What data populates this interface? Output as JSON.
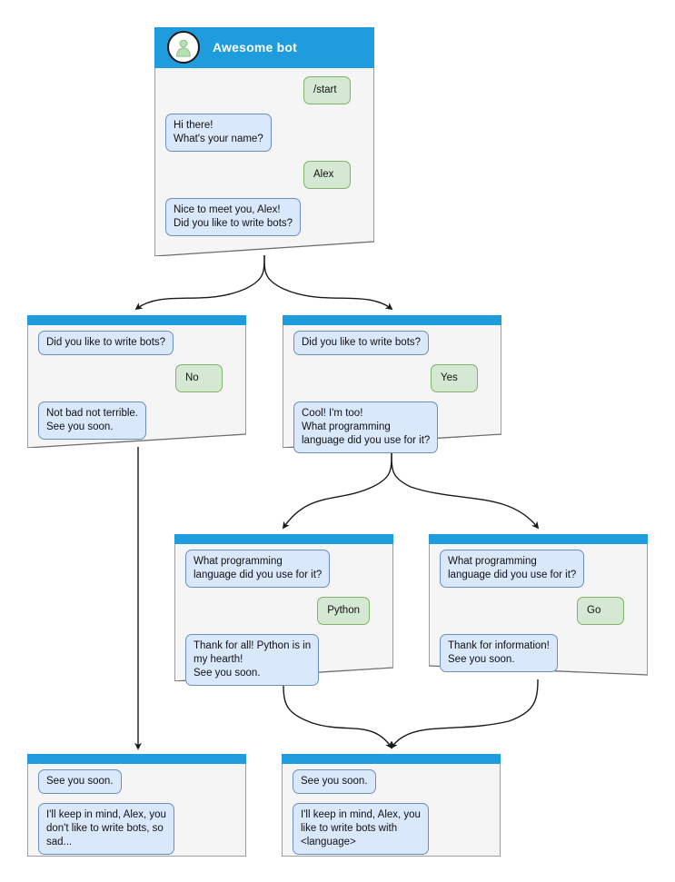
{
  "diagram": {
    "type": "chatbot-conversation-flow",
    "colors": {
      "header_blue": "#1f9cdd",
      "node_body": "#f5f5f5",
      "node_border": "#6e6e6e",
      "bot_bubble_fill": "#dae8fc",
      "bot_bubble_border": "#6c8ebf",
      "user_bubble_fill": "#d5e8d4",
      "user_bubble_border": "#82b366",
      "edge": "#1a1a1a",
      "background": "#ffffff"
    }
  },
  "nodes": {
    "root": {
      "title": "Awesome bot",
      "avatar_icon": "person-avatar-icon",
      "messages": [
        {
          "side": "user",
          "text": "/start"
        },
        {
          "side": "bot",
          "text": "Hi there!\nWhat's your name?"
        },
        {
          "side": "user",
          "text": "Alex"
        },
        {
          "side": "bot",
          "text": "Nice to meet you, Alex!\nDid you like to write bots?"
        }
      ]
    },
    "branch_no": {
      "messages": [
        {
          "side": "bot",
          "text": "Did you like to write bots?"
        },
        {
          "side": "user",
          "text": "No"
        },
        {
          "side": "bot",
          "text": "Not bad not terrible.\nSee you soon."
        }
      ]
    },
    "branch_yes": {
      "messages": [
        {
          "side": "bot",
          "text": "Did you like to write bots?"
        },
        {
          "side": "user",
          "text": "Yes"
        },
        {
          "side": "bot",
          "text": "Cool! I'm too!\nWhat programming\nlanguage did you use for it?"
        }
      ]
    },
    "branch_python": {
      "messages": [
        {
          "side": "bot",
          "text": "What programming\nlanguage did you use for it?"
        },
        {
          "side": "user",
          "text": "Python"
        },
        {
          "side": "bot",
          "text": "Thank for all! Python is in\nmy hearth!\nSee you soon."
        }
      ]
    },
    "branch_go": {
      "messages": [
        {
          "side": "bot",
          "text": "What programming\nlanguage did you use for it?"
        },
        {
          "side": "user",
          "text": "Go"
        },
        {
          "side": "bot",
          "text": "Thank for information!\nSee you soon."
        }
      ]
    },
    "end_sad": {
      "messages": [
        {
          "side": "bot",
          "text": "See you soon."
        },
        {
          "side": "bot",
          "text": "I'll keep in mind, Alex, you\ndon't like to write bots, so\nsad..."
        }
      ]
    },
    "end_happy": {
      "messages": [
        {
          "side": "bot",
          "text": "See you soon."
        },
        {
          "side": "bot",
          "text": "I'll keep in mind, Alex, you\nlike to write bots with\n<language>"
        }
      ]
    }
  }
}
